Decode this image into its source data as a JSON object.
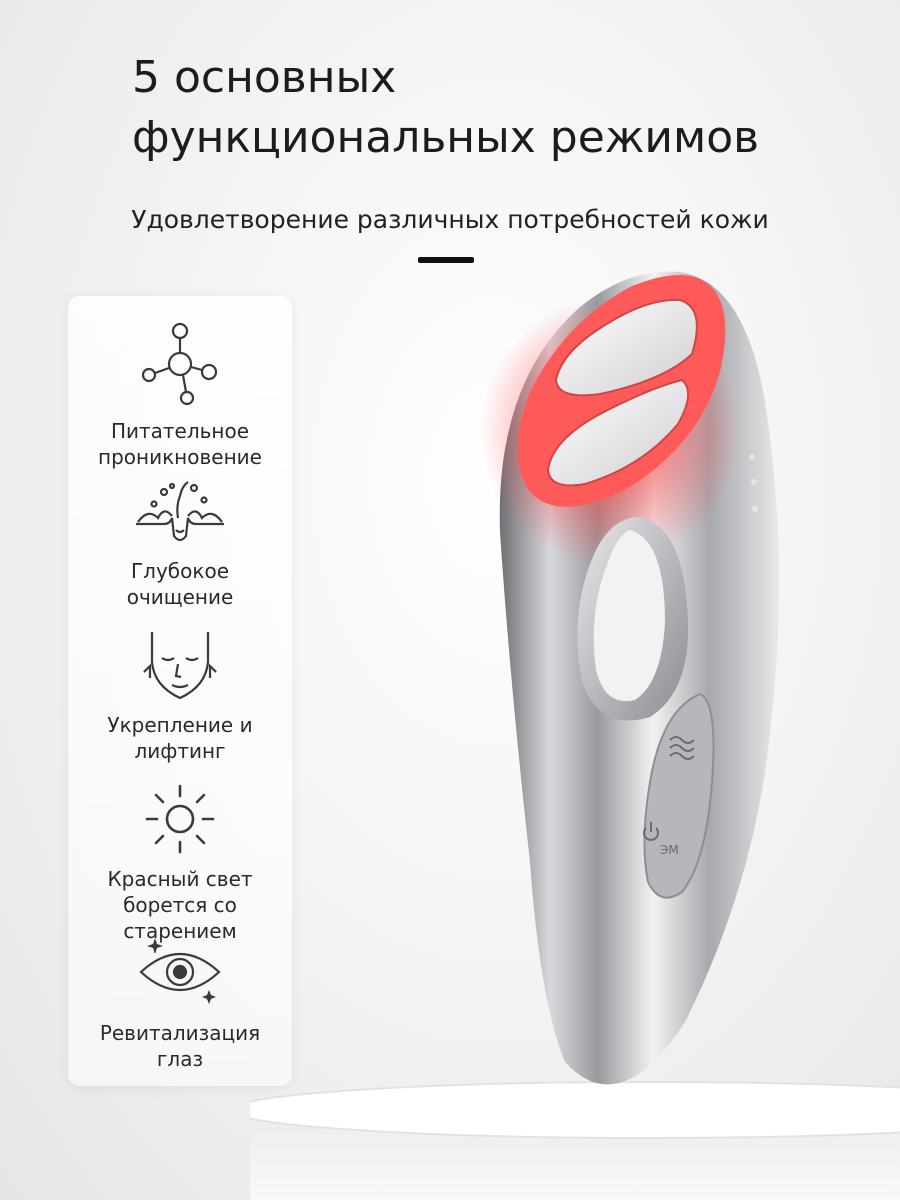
{
  "header": {
    "title_line1": "5 основных",
    "title_line2": "функциональных режимов",
    "subtitle": "Удовлетворение различных потребностей кожи"
  },
  "features": [
    {
      "icon": "molecule-icon",
      "label": "Питательное проникновение"
    },
    {
      "icon": "pore-cleansing-icon",
      "label": "Глубокое очищение"
    },
    {
      "icon": "face-lifting-icon",
      "label": "Укрепление и лифтинг"
    },
    {
      "icon": "sun-icon",
      "label_line1": "Красный свет борется со",
      "label_line2": "старением"
    },
    {
      "icon": "eye-icon",
      "label": "Ревитализация глаз"
    }
  ],
  "device": {
    "button_wave_icon": "wave-icon",
    "button_power_icon": "power-icon",
    "button_power_text": "ЭМ"
  },
  "colors": {
    "background": "#f2f2f3",
    "text": "#2a2a2a",
    "red_light": "#ff4a4a",
    "silver": "#c8c8cc"
  }
}
